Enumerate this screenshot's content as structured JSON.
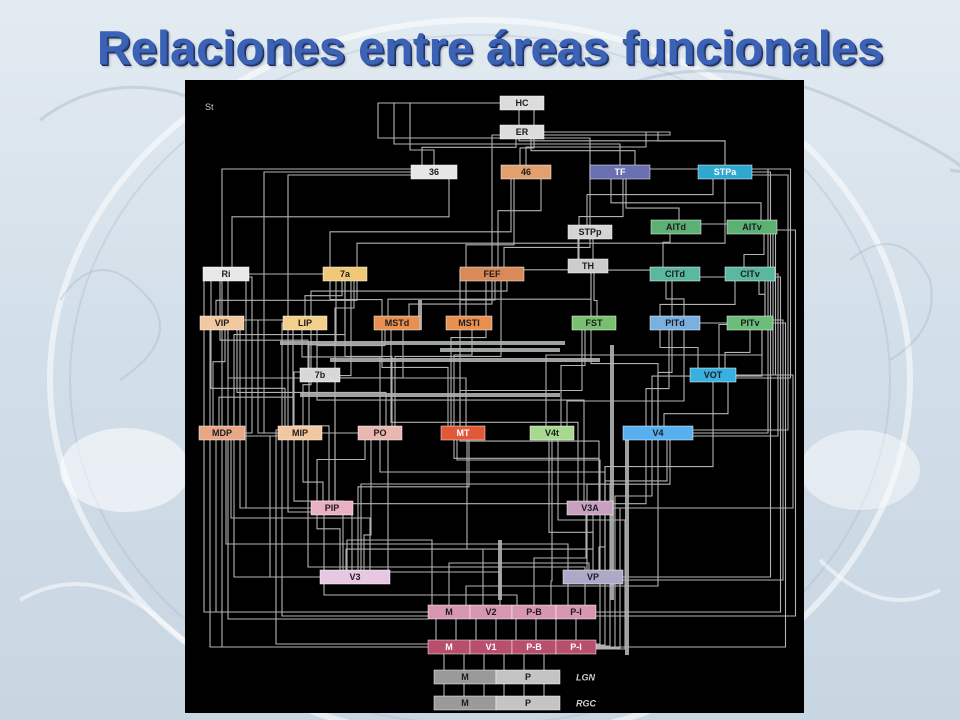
{
  "slide": {
    "title": "Relaciones entre áreas funcionales"
  },
  "diagram": {
    "corner_label": "St",
    "nodes": [
      {
        "label": "HC",
        "color": "#dcdcdc"
      },
      {
        "label": "ER",
        "color": "#dcdcdc"
      },
      {
        "label": "36",
        "color": "#e6e6e6"
      },
      {
        "label": "46",
        "color": "#e2a06e"
      },
      {
        "label": "TF",
        "color": "#6a6fb0"
      },
      {
        "label": "STPa",
        "color": "#2fa8d0"
      },
      {
        "label": "STPp",
        "color": "#d4d4d4"
      },
      {
        "label": "AITd",
        "color": "#5cb074"
      },
      {
        "label": "AITv",
        "color": "#5cb074"
      },
      {
        "label": "TH",
        "color": "#cccccc"
      },
      {
        "label": "Ri",
        "color": "#e8e8e8"
      },
      {
        "label": "7a",
        "color": "#f0c878"
      },
      {
        "label": "FEF",
        "color": "#d88a58"
      },
      {
        "label": "CITd",
        "color": "#5ab8a0"
      },
      {
        "label": "CITv",
        "color": "#5ab8a0"
      },
      {
        "label": "VIP",
        "color": "#f2c8a0"
      },
      {
        "label": "LIP",
        "color": "#f3d08a"
      },
      {
        "label": "MSTd",
        "color": "#e89050"
      },
      {
        "label": "MSTl",
        "color": "#e89050"
      },
      {
        "label": "FST",
        "color": "#78c070"
      },
      {
        "label": "PITd",
        "color": "#7ab0e0"
      },
      {
        "label": "PITv",
        "color": "#6cbc7a"
      },
      {
        "label": "7b",
        "color": "#d8d8d8"
      },
      {
        "label": "VOT",
        "color": "#38b0e0"
      },
      {
        "label": "MDP",
        "color": "#e8a888"
      },
      {
        "label": "MIP",
        "color": "#f2c8a0"
      },
      {
        "label": "PO",
        "color": "#e8b8b0"
      },
      {
        "label": "MT",
        "color": "#e05838"
      },
      {
        "label": "V4t",
        "color": "#a8d890"
      },
      {
        "label": "V4",
        "color": "#58b0f0"
      },
      {
        "label": "PIP",
        "color": "#e8b0c0"
      },
      {
        "label": "V3A",
        "color": "#c8a0c0"
      },
      {
        "label": "V3",
        "color": "#e8c8e0"
      },
      {
        "label": "VP",
        "color": "#b0a8c8"
      }
    ],
    "bars": [
      {
        "cells": [
          "M",
          "V2",
          "P-B",
          "P-I"
        ],
        "color": "#d897b0",
        "label": ""
      },
      {
        "cells": [
          "M",
          "V1",
          "P-B",
          "P-I"
        ],
        "color": "#b84f6c",
        "label": ""
      },
      {
        "cells": [
          "M",
          "P"
        ],
        "color": "#a8a8a8",
        "label": "LGN"
      },
      {
        "cells": [
          "M",
          "P"
        ],
        "color": "#a8a8a8",
        "label": "RGC"
      }
    ]
  }
}
